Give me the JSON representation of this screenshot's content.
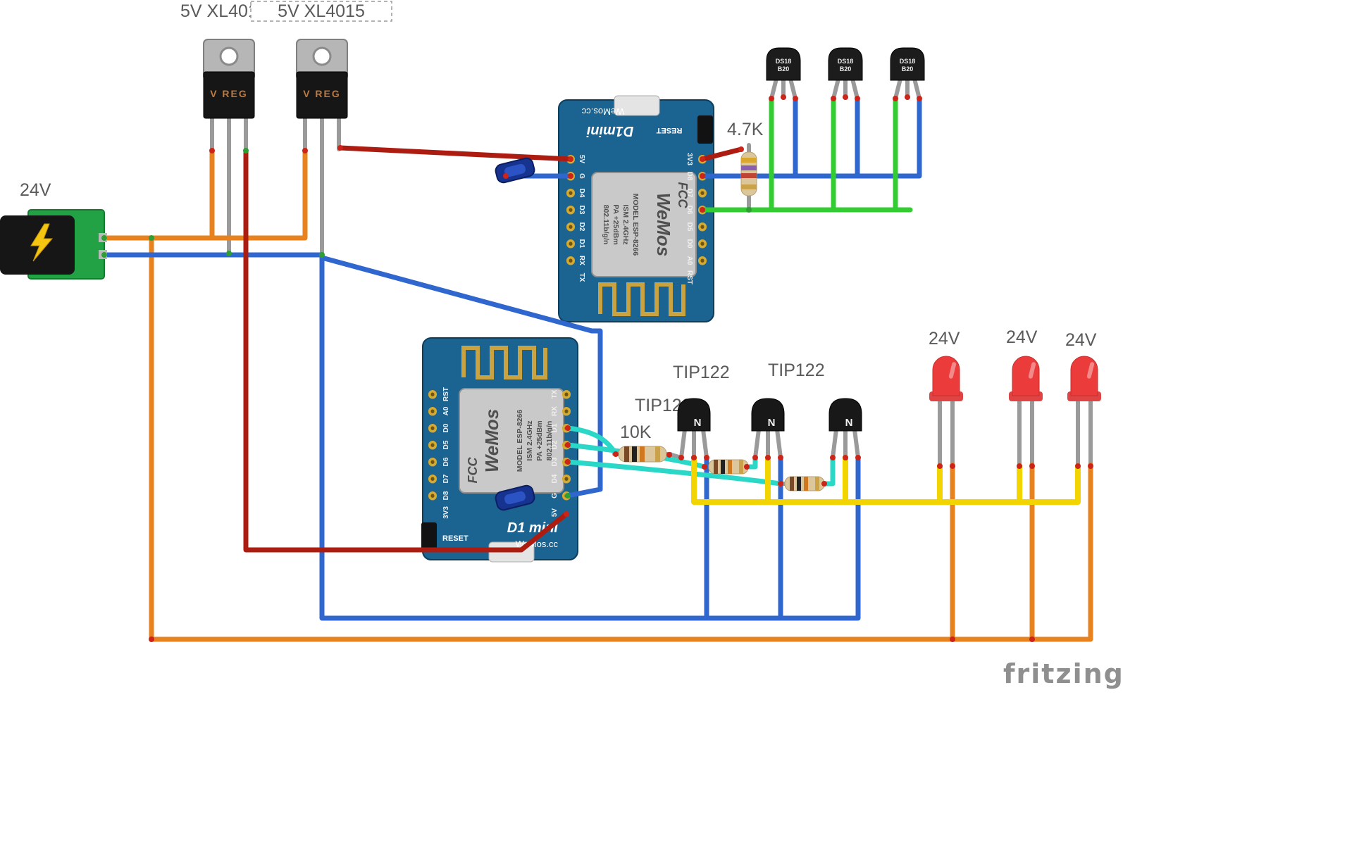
{
  "colors": {
    "wire_orange": "#e8821e",
    "wire_red": "#ad1c10",
    "wire_blue": "#2f67cf",
    "wire_green": "#33cc33",
    "wire_aqua": "#2bd8c8",
    "wire_yellow": "#f2d500",
    "lead_gray": "#9a9a9a",
    "board_blue": "#1b6391",
    "led_red": "#ec3b3b",
    "pcb_green": "#23a145",
    "junction_red": "#cc2418",
    "junction_green": "#2f9e33"
  },
  "labels": {
    "reg_label_1": "5V XL4015",
    "reg_label_2": "5V XL4015",
    "supply": "24V",
    "pullup_resistor": "4.7K",
    "base_resistor": "10K",
    "transistor_1": "TIP122",
    "transistor_2": "TIP122",
    "transistor_3": "TIP122",
    "led_1": "24V",
    "led_2": "24V",
    "led_3": "24V",
    "brand": "fritzing"
  },
  "parts": {
    "regulator": {
      "marking": "V REG"
    },
    "sensor": {
      "line1": "DS18",
      "line2": "B20"
    },
    "transistor": {
      "marking": "N"
    },
    "shield": {
      "logo": "WeMos",
      "fcc": "FCC",
      "model": "MODEL ESP-8266",
      "ism": "ISM 2.4GHz",
      "pa": "PA +25dBm",
      "std": "802.11b/g/n"
    },
    "board1": {
      "title": "D1mini",
      "vendor": "WeMos.cc",
      "reset": "RESET",
      "left_pins": [
        "5V",
        "G",
        "D4",
        "D3",
        "D2",
        "D1",
        "RX",
        "TX"
      ],
      "right_pins": [
        "3V3",
        "D8",
        "D7",
        "D6",
        "D5",
        "D0",
        "A0",
        "RST"
      ]
    },
    "board2": {
      "title": "D1 mini",
      "vendor": "WeMos.cc",
      "reset": "RESET",
      "left_pins": [
        "RST",
        "A0",
        "D0",
        "D5",
        "D6",
        "D7",
        "D8",
        "3V3"
      ],
      "right_pins": [
        "TX",
        "RX",
        "D1",
        "D2",
        "D3",
        "D4",
        "G",
        "5V"
      ]
    }
  }
}
